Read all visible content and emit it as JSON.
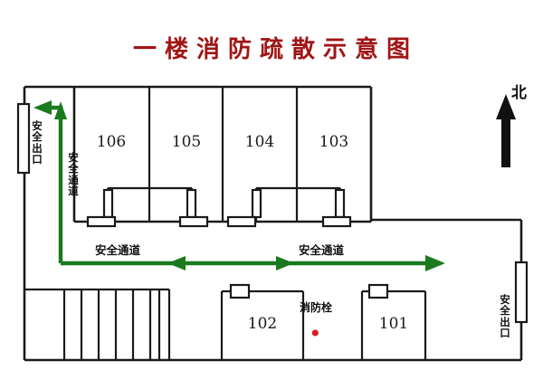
{
  "page": {
    "title": "一楼消防疏散示意图",
    "title_color": "#a01515",
    "background": "#ffffff"
  },
  "legend": {
    "route_color": "#1a7a1e",
    "wall_color": "#1a1a1a",
    "hydrant_color": "#d62020"
  },
  "compass": {
    "label": "北",
    "direction": "up",
    "icon": "north-arrow-icon"
  },
  "rooms": [
    {
      "id": "106",
      "label": "106"
    },
    {
      "id": "105",
      "label": "105"
    },
    {
      "id": "104",
      "label": "104"
    },
    {
      "id": "103",
      "label": "103"
    },
    {
      "id": "102",
      "label": "102"
    },
    {
      "id": "101",
      "label": "101"
    }
  ],
  "exits": [
    {
      "id": "left",
      "label": "安全出口"
    },
    {
      "id": "right",
      "label": "安全出口"
    }
  ],
  "passages": [
    {
      "id": "vertical-left",
      "label": "安全通道"
    },
    {
      "id": "corridor-left",
      "label": "安全通道"
    },
    {
      "id": "corridor-right",
      "label": "安全通道"
    }
  ],
  "equipment": {
    "hydrant": {
      "label": "消防栓",
      "icon": "fire-hydrant-icon",
      "color": "#d62020"
    }
  }
}
